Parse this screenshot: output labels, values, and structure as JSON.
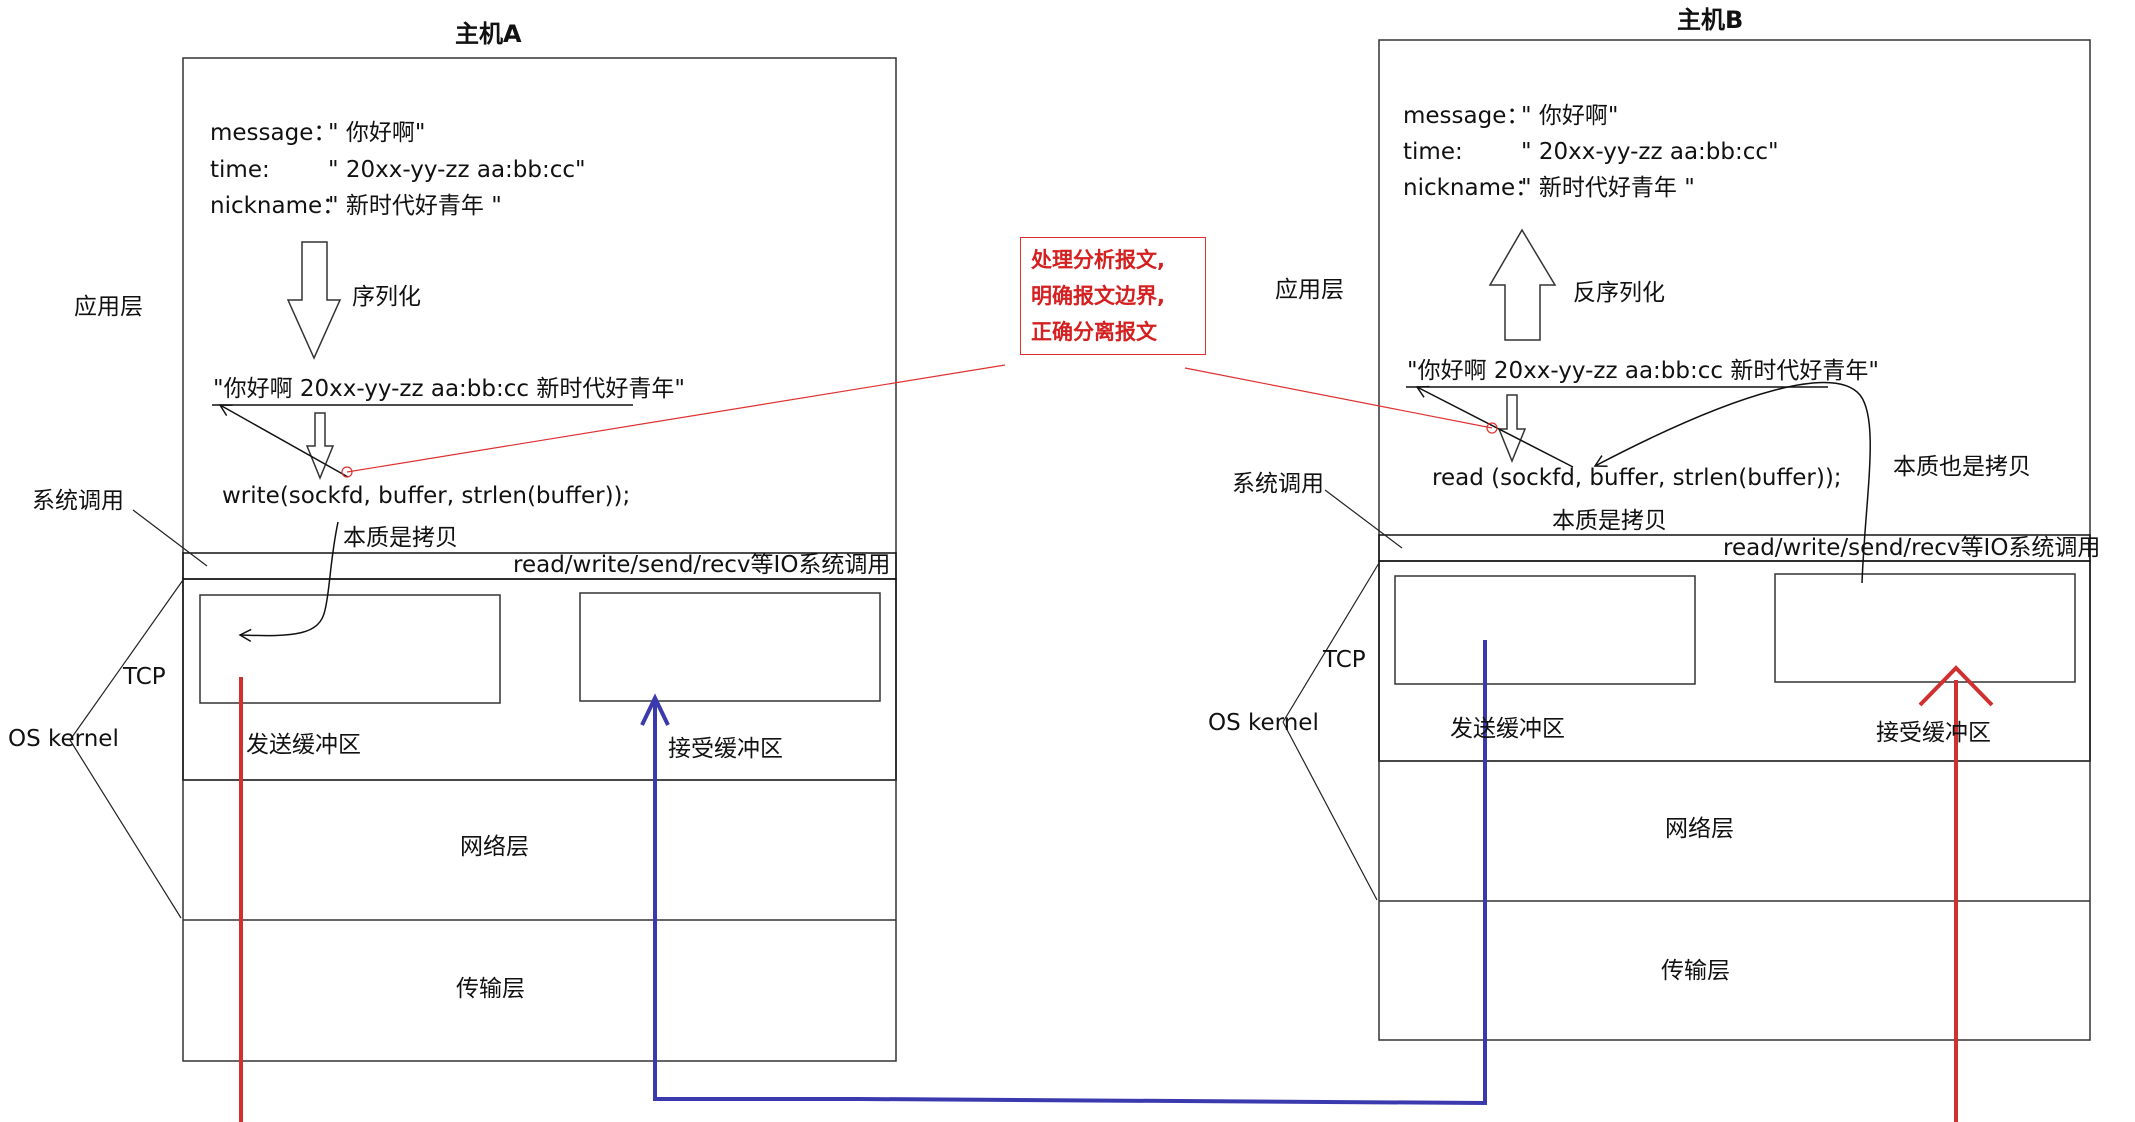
{
  "hostA": {
    "title": "主机A",
    "message_key": "message：",
    "message_val": "\" 你好啊\"",
    "time_key": "time:",
    "time_val": "\" 20xx-yy-zz aa:bb:cc\"",
    "nickname_key": "nickname：",
    "nickname_val": "\" 新时代好青年 \"",
    "serialize_label": "序列化",
    "serialized": "\"你好啊 20xx-yy-zz aa:bb:cc 新时代好青年\"",
    "syscall_code": "write(sockfd, buffer, strlen(buffer));",
    "copy_note": "本质是拷贝",
    "io_bar": "read/write/send/recv等IO系统调用",
    "send_buffer": "发送缓冲区",
    "recv_buffer": "接受缓冲区",
    "network_layer": "网络层",
    "transport_layer": "传输层"
  },
  "hostB": {
    "title": "主机B",
    "message_key": "message：",
    "message_val": "\" 你好啊\"",
    "time_key": "time:",
    "time_val": "\" 20xx-yy-zz aa:bb:cc\"",
    "nickname_key": "nickname：",
    "nickname_val": "\" 新时代好青年 \"",
    "deserialize_label": "反序列化",
    "serialized": "\"你好啊 20xx-yy-zz aa:bb:cc 新时代好青年\"",
    "syscall_code": "read (sockfd, buffer, strlen(buffer));",
    "copy_note": "本质是拷贝",
    "copy_note_also": "本质也是拷贝",
    "io_bar": "read/write/send/recv等IO系统调用",
    "send_buffer": "发送缓冲区",
    "recv_buffer": "接受缓冲区",
    "network_layer": "网络层",
    "transport_layer": "传输层"
  },
  "left_labels": {
    "app_layer": "应用层",
    "syscall": "系统调用",
    "tcp": "TCP",
    "os_kernel": "OS kernel"
  },
  "right_labels": {
    "app_layer": "应用层",
    "syscall": "系统调用",
    "tcp": "TCP",
    "os_kernel": "OS kernel"
  },
  "note": {
    "line1": "处理分析报文,",
    "line2": "明确报文边界,",
    "line3": "正确分离报文"
  },
  "colors": {
    "send_path": "#d03030",
    "recv_path": "#3a3aae",
    "note_border": "#e03131",
    "note_text": "#d42020"
  }
}
